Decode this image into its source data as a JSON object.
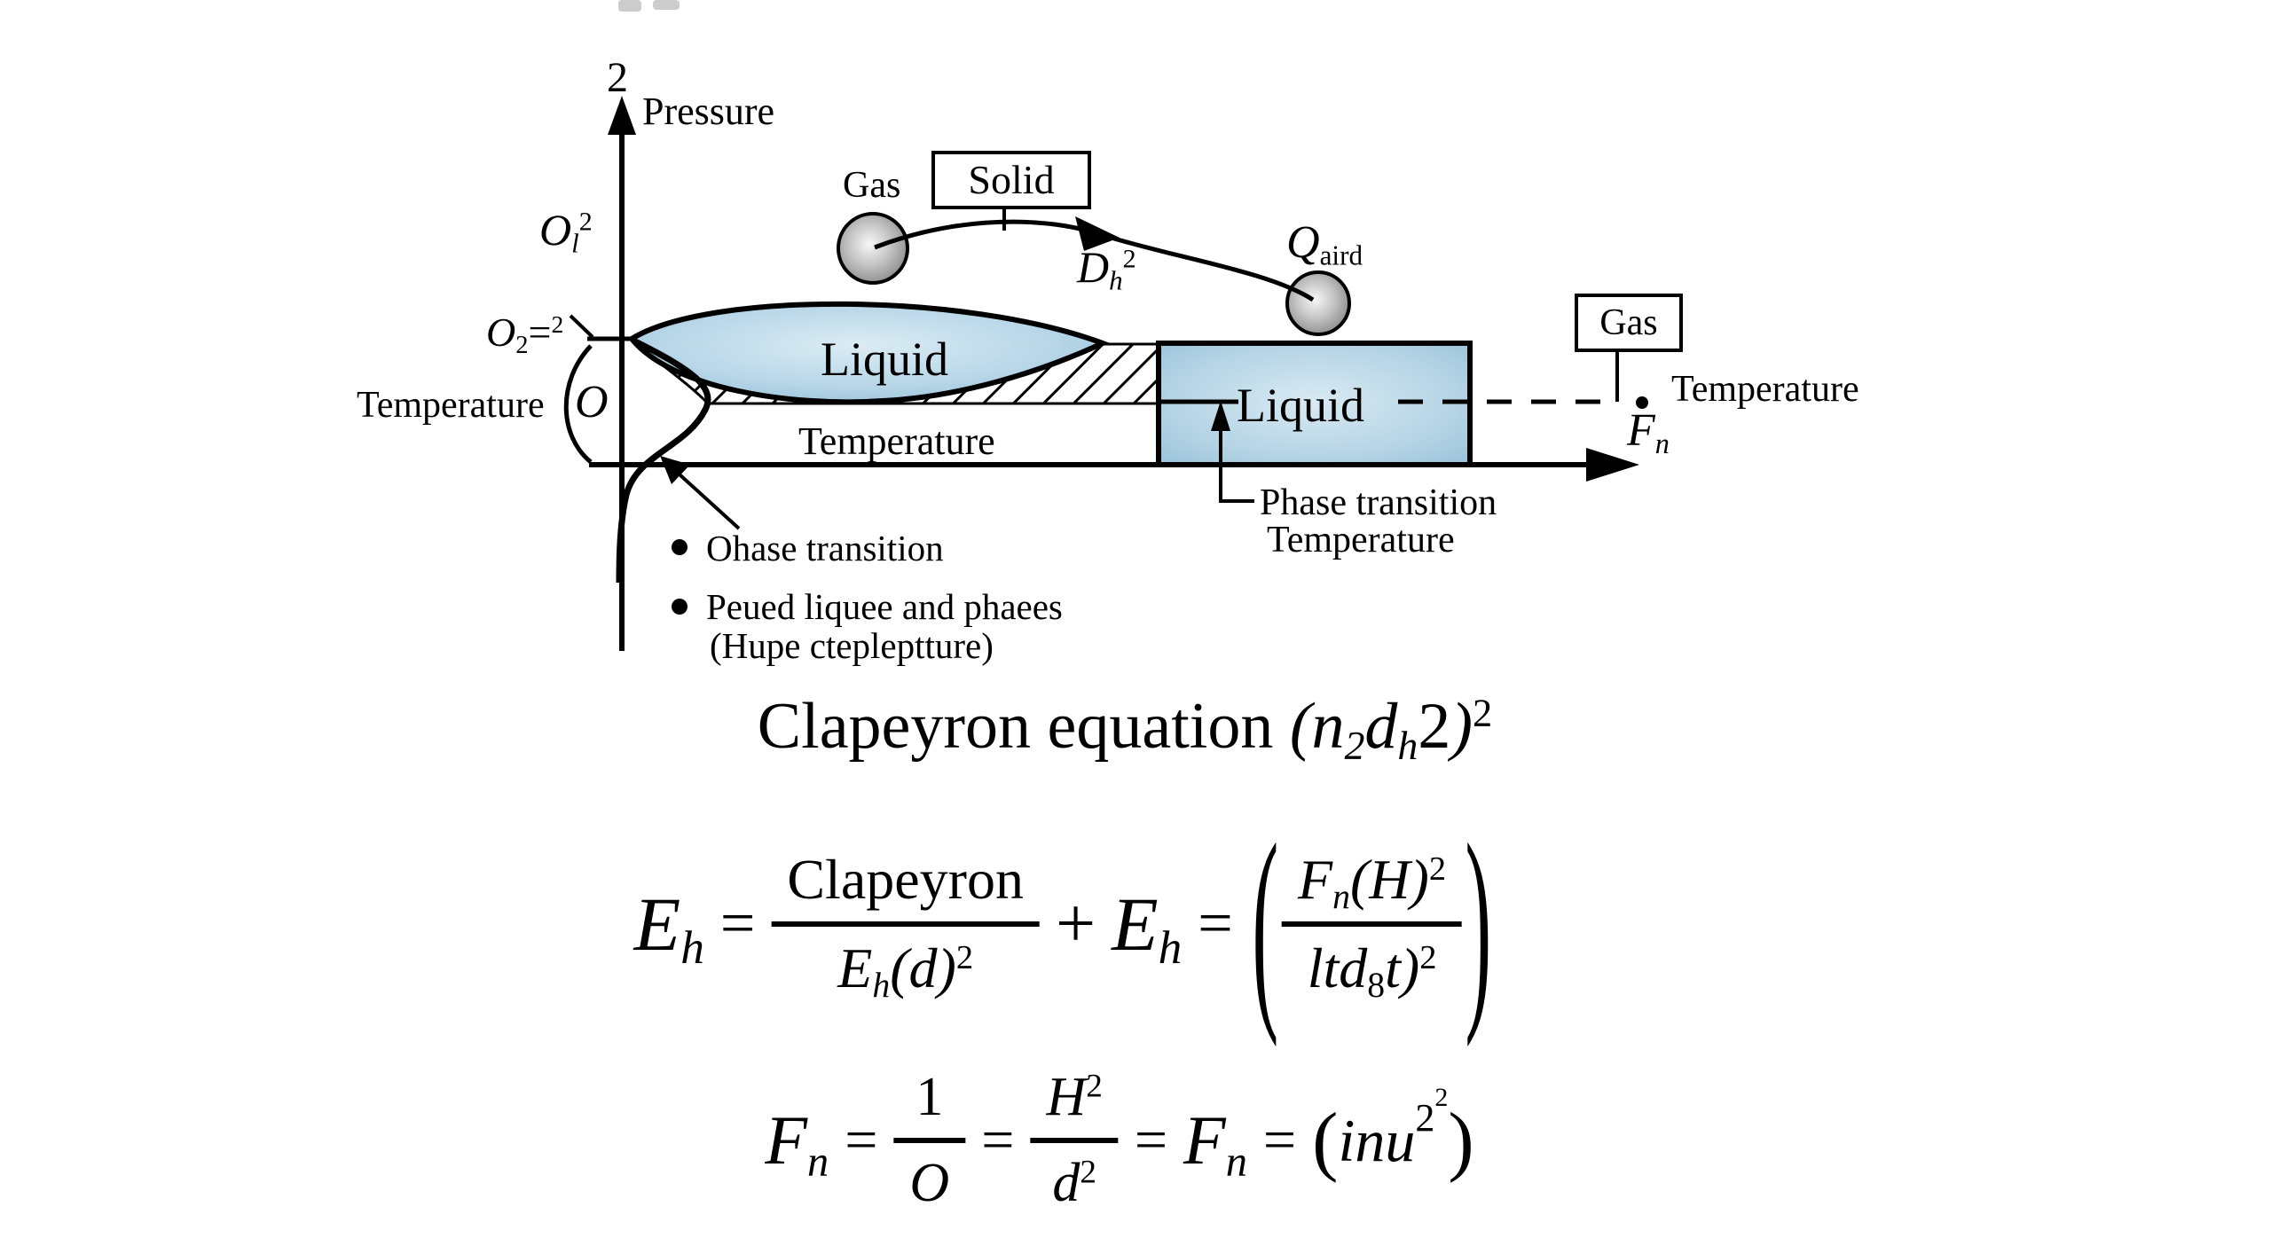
{
  "colors": {
    "line": "#000000",
    "liquid_light": "#dcecf4",
    "liquid_dark": "#93bed8",
    "sphere_light": "#f7f7f7",
    "sphere_dark": "#878787",
    "background": "#ffffff"
  },
  "axes": {
    "tick_top": "2",
    "y_label": "Pressure",
    "band_label": "Temperature",
    "x_label_right": "Temperature",
    "left_label": "Temperature",
    "origin": "O"
  },
  "markers": {
    "o1": {
      "base": "O",
      "sub": "l",
      "sup": "2"
    },
    "o2": {
      "base": "O",
      "sub": "2",
      "eq": "=",
      "sup": "2"
    },
    "dh": {
      "base": "D",
      "sub": "h",
      "sup": "2"
    },
    "qaird": {
      "base": "Q",
      "sub": "aird"
    },
    "fn": {
      "base": "F",
      "sub": "n"
    }
  },
  "regions": {
    "lens_label": "Liquid",
    "rect_label": "Liquid",
    "gas_sphere_label": "Gas",
    "solid_box_label": "Solid",
    "gas_box_label": "Gas"
  },
  "annotations": {
    "phase_line1": "Phase transition",
    "phase_line2": "Temperature",
    "bullet_marker": "•",
    "bullet1": "Ohase transition",
    "bullet2": "Peued liquee and phaees",
    "bullet2b": "(Hupe ctepleptture)"
  },
  "title": {
    "lead": "Clapeyron equation ",
    "open": "(",
    "n": "n",
    "n_sub": "2",
    "d": "d",
    "d_sub": "h",
    "two": "2",
    "close": ")",
    "sup": "2"
  },
  "eq1": {
    "e1": "E",
    "e1_sub": "h",
    "eq_a": "=",
    "num1": "Clapeyron",
    "den1_e": "E",
    "den1_sub": "h",
    "den1_mid": "(d)",
    "den1_sup": "2",
    "plus": "+",
    "e2": "E",
    "e2_sub": "h",
    "eq_b": "=",
    "open": "(",
    "close": ")",
    "num2_f": "F",
    "num2_sub": "n",
    "num2_mid": "(H)",
    "num2_sup": "2",
    "den2_a": "ltd",
    "den2_sub": "8",
    "den2_b": "t)",
    "den2_sup": "2"
  },
  "eq2": {
    "f1": "F",
    "f1_sub": "n",
    "eq_a": "=",
    "num1": "1",
    "den1": "O",
    "eq_b": "=",
    "num2": "H",
    "num2_sup": "2",
    "den2": "d",
    "den2_sup": "2",
    "eq_c": "=",
    "f2": "F",
    "f2_sub": "n",
    "eq_d": "=",
    "open": "(",
    "body": "inu",
    "sup": "2",
    "supsup": "2",
    "close": ")"
  }
}
